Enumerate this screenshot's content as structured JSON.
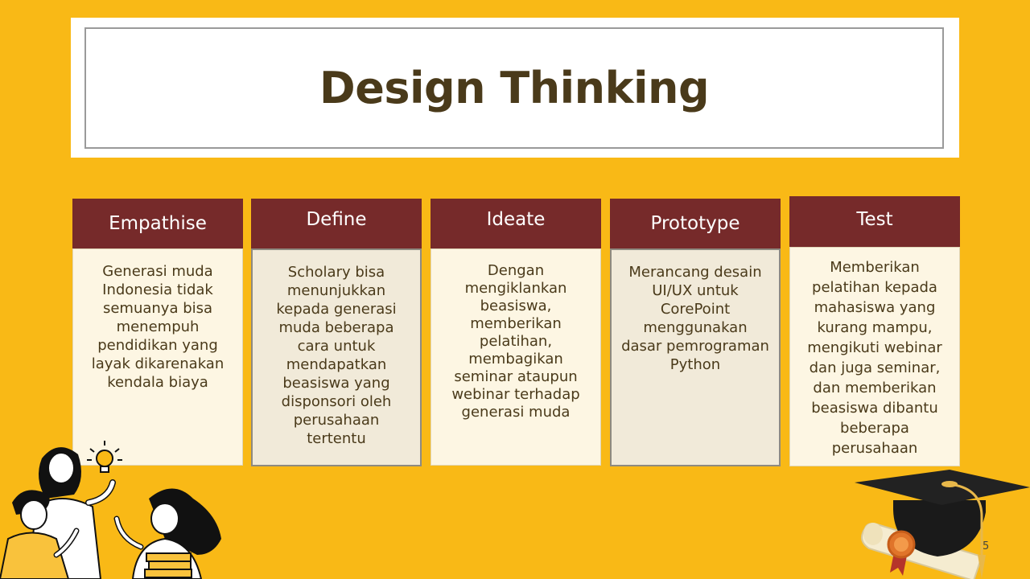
{
  "title": "Design Thinking",
  "cards": [
    {
      "heading": "Empathise",
      "body": "Generasi muda Indonesia tidak semuanya bisa menempuh pendidikan yang layak dikarenakan kendala biaya"
    },
    {
      "heading": "Define",
      "body": "Scholary bisa menunjukkan kepada generasi muda beberapa cara untuk mendapatkan beasiswa yang disponsori oleh perusahaan tertentu"
    },
    {
      "heading": "Ideate",
      "body": "Dengan mengiklankan beasiswa, memberikan pelatihan, membagikan seminar ataupun webinar terhadap generasi muda"
    },
    {
      "heading": "Prototype",
      "body": "Merancang desain UI/UX untuk CorePoint menggunakan dasar pemrograman Python"
    },
    {
      "heading": "Test",
      "body": "Memberikan pelatihan kepada mahasiswa yang kurang mampu, mengikuti webinar dan juga seminar, dan memberikan beasiswa dibantu beberapa perusahaan"
    }
  ],
  "page_number": "5",
  "colors": {
    "background": "#f9b916",
    "header": "#762a2a",
    "title": "#4a3a1a"
  },
  "illustrations": [
    "students-illustration",
    "graduation-cap-icon",
    "diploma-scroll-icon"
  ]
}
